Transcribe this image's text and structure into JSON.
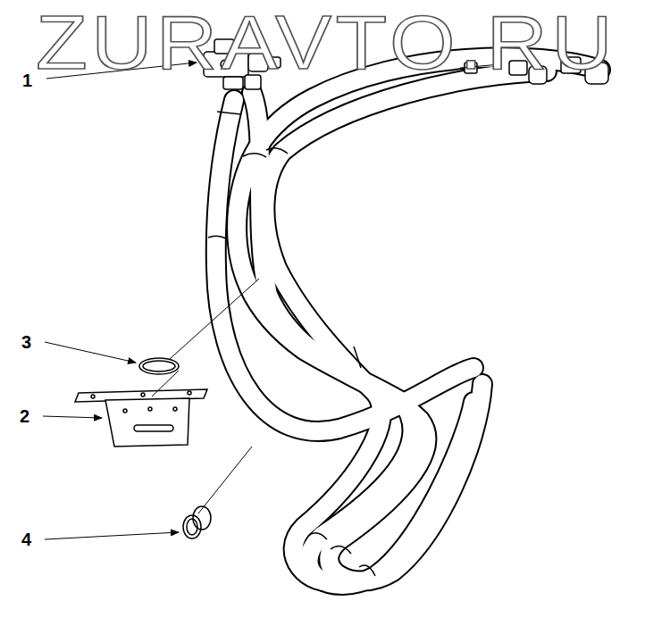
{
  "diagram": {
    "labels": [
      "ZURAVTO.RU",
      "1",
      "3",
      "2",
      "4"
    ]
  }
}
